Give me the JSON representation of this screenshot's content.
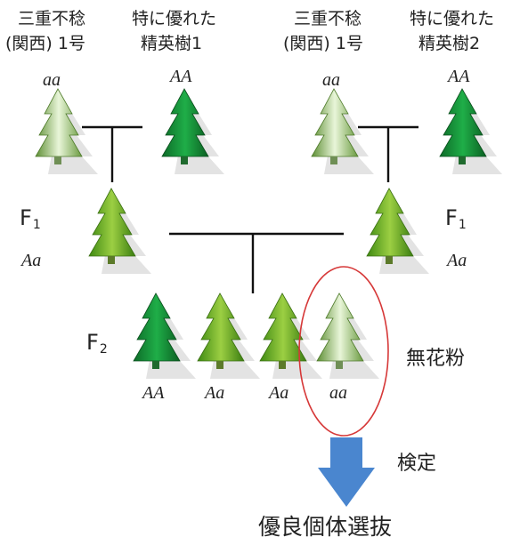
{
  "parents": {
    "left_sterile": {
      "line1": "三重不稔",
      "line2": "(関西) 1号",
      "genotype": "aa"
    },
    "left_elite": {
      "line1": "特に優れた",
      "line2": "精英樹1",
      "genotype": "AA"
    },
    "right_sterile": {
      "line1": "三重不稔",
      "line2": "(関西) 1号",
      "genotype": "aa"
    },
    "right_elite": {
      "line1": "特に優れた",
      "line2": "精英樹2",
      "genotype": "AA"
    }
  },
  "f1": {
    "left": {
      "gen": "F",
      "sub": "1",
      "genotype": "Aa"
    },
    "right": {
      "gen": "F",
      "sub": "1",
      "genotype": "Aa"
    }
  },
  "f2": {
    "gen": "F",
    "sub": "2",
    "genotypes": [
      "AA",
      "Aa",
      "Aa",
      "aa"
    ],
    "pollenless_label": "無花粉"
  },
  "test_label": "検定",
  "result_label": "優良個体選抜",
  "colors": {
    "dark_tree": "#1e9a3e",
    "mid_tree": "#66b22a",
    "light_tree": "#c6e3a8",
    "arrow": "#4a86cf",
    "ellipse": "#d63838"
  }
}
